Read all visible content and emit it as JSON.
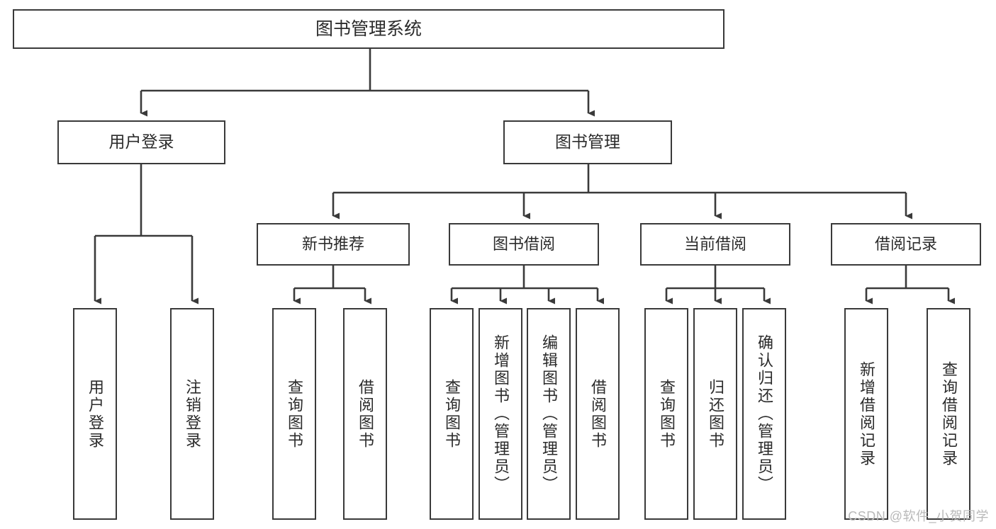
{
  "diagram": {
    "title": "图书管理系统",
    "type": "tree-hierarchy",
    "root": {
      "label": "图书管理系统"
    },
    "level2": [
      {
        "id": "user-login",
        "label": "用户登录"
      },
      {
        "id": "book-management",
        "label": "图书管理"
      }
    ],
    "level3": [
      {
        "id": "new-book-recommend",
        "label": "新书推荐",
        "parent": "book-management"
      },
      {
        "id": "book-borrow",
        "label": "图书借阅",
        "parent": "book-management"
      },
      {
        "id": "current-borrow",
        "label": "当前借阅",
        "parent": "book-management"
      },
      {
        "id": "borrow-records",
        "label": "借阅记录",
        "parent": "book-management"
      }
    ],
    "leaves": [
      {
        "id": "leaf-user-login",
        "label": "用户登录",
        "parent": "user-login"
      },
      {
        "id": "leaf-logout-login",
        "label": "注销登录",
        "parent": "user-login"
      },
      {
        "id": "leaf-query-book-1",
        "label": "查询图书",
        "parent": "new-book-recommend"
      },
      {
        "id": "leaf-borrow-book-1",
        "label": "借阅图书",
        "parent": "new-book-recommend"
      },
      {
        "id": "leaf-query-book-2",
        "label": "查询图书",
        "parent": "book-borrow"
      },
      {
        "id": "leaf-add-book",
        "label": "新增图书（管理员）",
        "parent": "book-borrow"
      },
      {
        "id": "leaf-edit-book",
        "label": "编辑图书（管理员）",
        "parent": "book-borrow"
      },
      {
        "id": "leaf-borrow-book-2",
        "label": "借阅图书",
        "parent": "book-borrow"
      },
      {
        "id": "leaf-query-book-3",
        "label": "查询图书",
        "parent": "current-borrow"
      },
      {
        "id": "leaf-return-book",
        "label": "归还图书",
        "parent": "current-borrow"
      },
      {
        "id": "leaf-confirm-return",
        "label": "确认归还（管理员）",
        "parent": "current-borrow"
      },
      {
        "id": "leaf-add-record",
        "label": "新增借阅记录",
        "parent": "borrow-records"
      },
      {
        "id": "leaf-query-record",
        "label": "查询借阅记录",
        "parent": "borrow-records"
      }
    ]
  },
  "watermark": {
    "text": "CSDN @软件_小贺同学"
  },
  "colors": {
    "stroke": "#3a3a3a",
    "background": "#ffffff",
    "text": "#2b2b2b",
    "watermark": "#b9b9b9"
  }
}
